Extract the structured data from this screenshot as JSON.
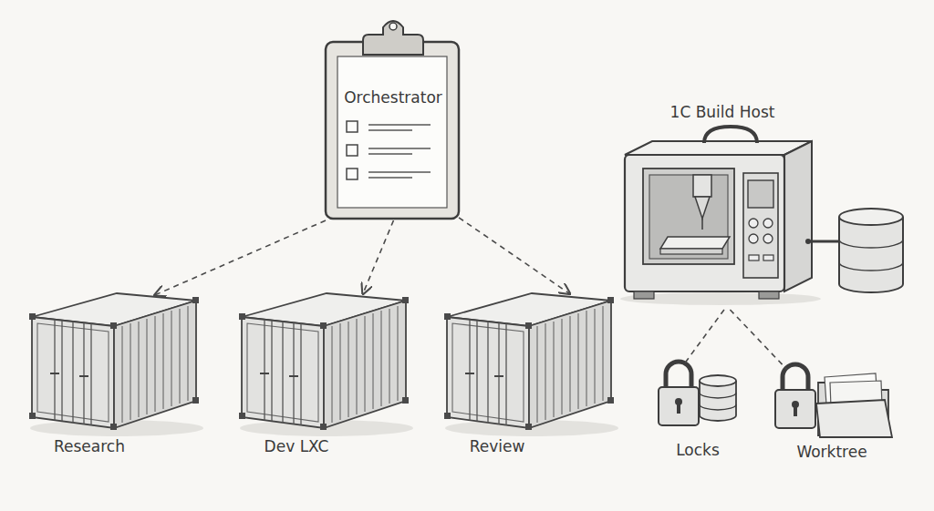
{
  "diagram": {
    "nodes": [
      {
        "text": [
          "Orchestrator"
        ]
      },
      {
        "text": [
          "1C Build Host"
        ]
      },
      {
        "text": [
          "Research"
        ]
      },
      {
        "text": [
          "Dev LXC"
        ]
      },
      {
        "text": [
          "Review"
        ]
      },
      {
        "text": [
          "Locks"
        ]
      },
      {
        "text": [
          "Worktree"
        ]
      }
    ],
    "edges": [
      {
        "from": 0,
        "to": 2,
        "arrow": "to"
      },
      {
        "from": 0,
        "to": 3,
        "arrow": "to"
      },
      {
        "from": 0,
        "to": 4,
        "arrow": "to"
      },
      {
        "from": 1,
        "to": 5,
        "arrow": "none"
      },
      {
        "from": 1,
        "to": 6,
        "arrow": "none"
      }
    ]
  }
}
